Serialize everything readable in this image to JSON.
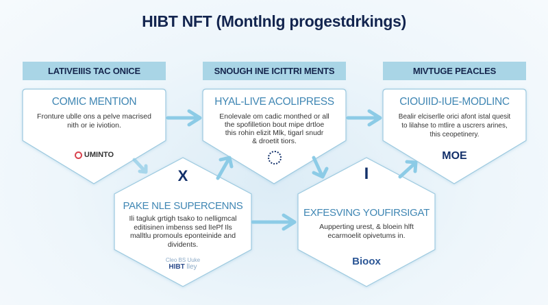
{
  "title": "HIBT NFT (Montlnlg progestdrkings)",
  "columns": [
    {
      "header": "LATIVEIIIS TAC ONICE",
      "card_title": "COMIC MENTION",
      "card_text": [
        "Fronture ublle ons a pelve macrised",
        "nith or ie iviotion."
      ],
      "logo": "UMINTO",
      "logo_icon": "swirl-icon"
    },
    {
      "header": "SNOUGH INE ICITTRI MENTS",
      "card_title": "HYAL-LIVE ACOLIPRESS",
      "card_text": [
        "Enolevale om cadic monthed or all",
        "the spofilletion bout mipe drtloe",
        "this rohin elizit Mlk, tigarl snudr",
        "& droetit tiors."
      ],
      "logo_icon": "clock-dial-icon"
    },
    {
      "header": "MIVTUGE PEACLES",
      "card_title": "CIOUIID-IUE-MODLINC",
      "card_text": [
        "Bealir elciserlle orici afont istal quesit",
        "to lilahse to mtlire a uscrers arines,",
        "this ceopetinery."
      ],
      "logo": "MOE",
      "logo_icon": "map-pin-icon"
    }
  ],
  "hexagons": [
    {
      "glyph": "X",
      "title": "PAKE NLE SUPERCENNS",
      "text": [
        "Ili tagluk grtigh tsako to nelligmcal",
        "editisinen imbenss sed lIePf Ils",
        "malltlu promouls eponteinide and",
        "dividents."
      ],
      "logo_line1": "Cleo BS Uuke",
      "logo_line2": "HIBT",
      "logo_line2b": "lley"
    },
    {
      "glyph": "I",
      "title": "EXFESVING YOUFIRSIGAT",
      "text": [
        "Aupperting urest, & bloein hlft",
        "ecarmoelit opivetums in."
      ],
      "logo": "Bioox"
    }
  ],
  "colors": {
    "title": "#13254f",
    "header_bg": "#a9d5e6",
    "accent": "#3f86b3",
    "arrow": "#8ccbe6"
  }
}
